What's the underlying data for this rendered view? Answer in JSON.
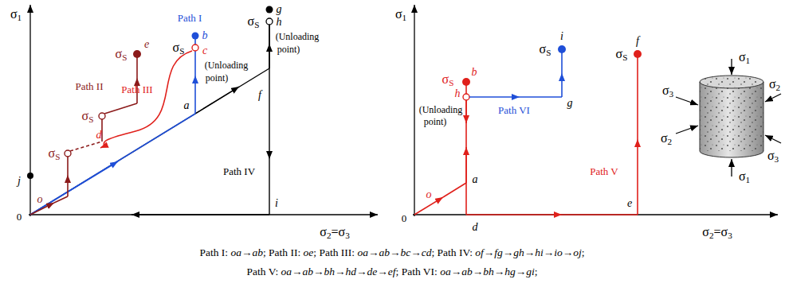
{
  "diagram": {
    "labels": [
      "σ1",
      "j",
      "0",
      "o",
      "σS",
      "σS",
      "Path II",
      "σS",
      "e",
      "d",
      "Path III",
      "Path I",
      "σS",
      "b",
      "c",
      "(Unloading",
      "point)",
      "a",
      "σS",
      "g",
      "h",
      "(Unloading",
      "point)",
      "f",
      "Path IV",
      "i",
      "σ2=σ3",
      "σ1",
      "0",
      "o",
      "σS",
      "b",
      "h",
      "(Unloading",
      "point)",
      "a",
      "d",
      "Path VI",
      "g",
      "σS",
      "i",
      "Path V",
      "e",
      "σS",
      "f",
      "σ2=σ3",
      "σ1",
      "σ3",
      "σ2",
      "σ2",
      "σ3",
      "σ1",
      "Path I: oa→ab; Path II: oe; Path III: oa→ab→bc→cd; Path IV: of→fg→gh→hi→io→oj;",
      "Path V: oa→ab→bh→hd→de→ef; Path VI: oa→ab→bh→hg→gi;"
    ]
  }
}
